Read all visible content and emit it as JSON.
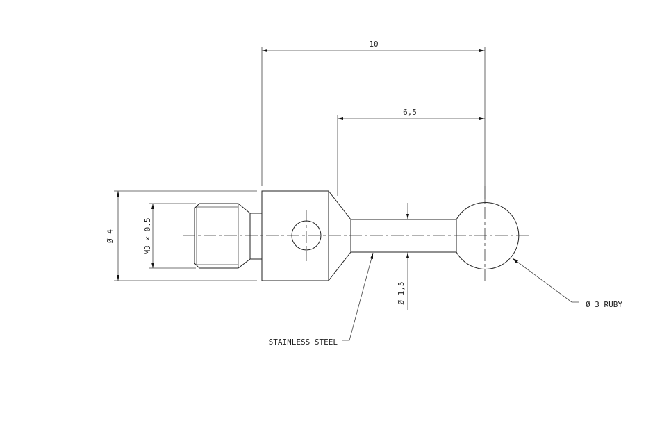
{
  "drawing": {
    "dimensions": {
      "overall_length": "10",
      "ball_to_cone": "6,5",
      "body_diameter": "Ø 4",
      "thread": "M3 × 0.5",
      "stem_diameter": "Ø 1,5"
    },
    "callouts": {
      "ball": "Ø 3 RUBY",
      "stem_material": "STAINLESS STEEL"
    }
  }
}
